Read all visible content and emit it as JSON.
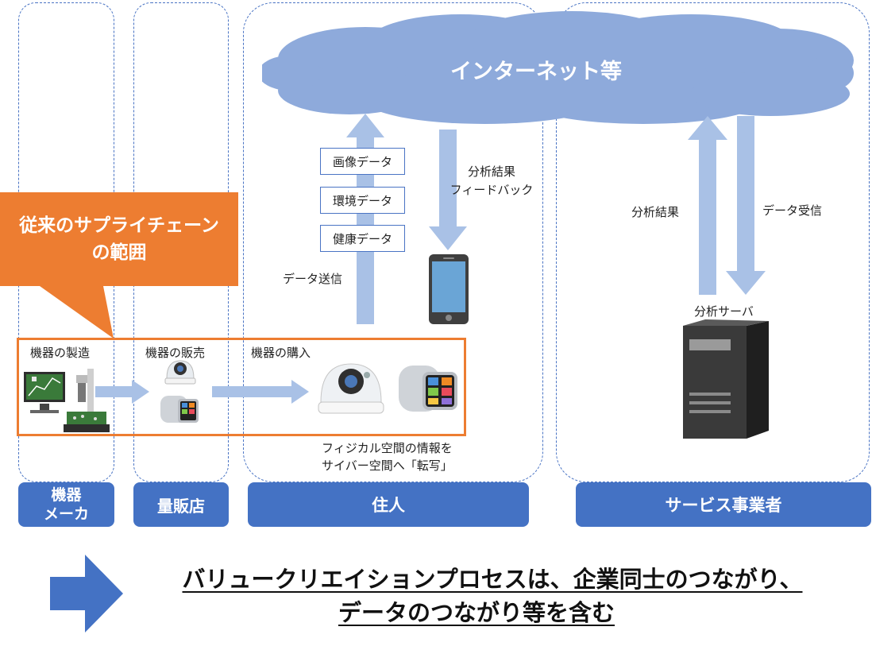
{
  "cloud": {
    "label": "インターネット等"
  },
  "callout": {
    "line1": "従来のサプライチェーン",
    "line2": "の範囲"
  },
  "data_boxes": [
    "画像データ",
    "環境データ",
    "健康データ"
  ],
  "texts": {
    "data_send": "データ送信",
    "feedback_line1": "分析結果",
    "feedback_line2": "フィードバック",
    "service_result": "分析結果",
    "service_receive": "データ受信",
    "server_label": "分析サーバ",
    "stage_manufacture": "機器の製造",
    "stage_sales": "機器の販売",
    "stage_purchase": "機器の購入",
    "transfer_line1": "フィジカル空間の情報を",
    "transfer_line2": "サイバー空間へ「転写」"
  },
  "lanes": {
    "maker_line1": "機器",
    "maker_line2": "メーカ",
    "retailer": "量販店",
    "resident": "住人",
    "service": "サービス事業者"
  },
  "conclusion": {
    "line1": "バリュークリエイションプロセスは、企業同士のつながり、",
    "line2": "データのつながり等を含む"
  },
  "colors": {
    "lane_border": "#4a74c4",
    "label_fill": "#4472c4",
    "cloud_fill": "#8eaadb",
    "arrow_fill": "#a9c1e6",
    "callout_fill": "#ed7d31",
    "big_arrow": "#4472c4"
  }
}
